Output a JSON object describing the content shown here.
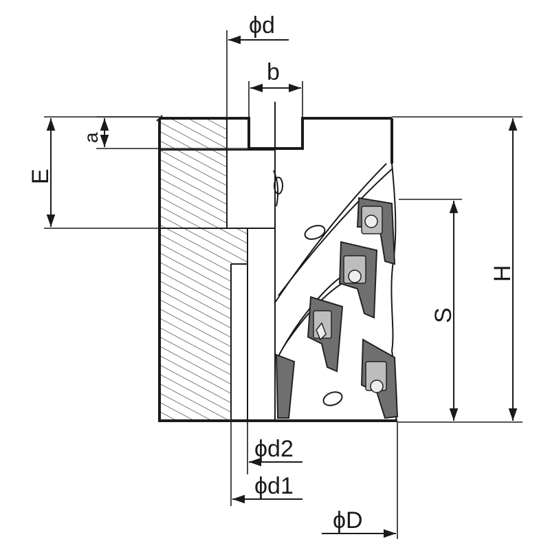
{
  "drawing": {
    "labels": {
      "phi_d": "ϕd",
      "b": "b",
      "a": "a",
      "E": "E",
      "H": "H",
      "S": "S",
      "phi_d2": "ϕd2",
      "phi_d1": "ϕd1",
      "phi_D": "ϕD"
    },
    "colors": {
      "line": "#1a1a1a",
      "insert": "#6f6f6f",
      "background": "#ffffff"
    }
  }
}
